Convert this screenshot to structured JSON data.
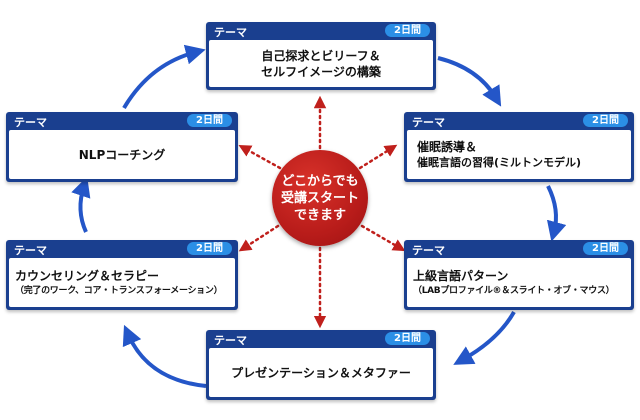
{
  "cards": [
    {
      "id": "top",
      "theme": "テーマ",
      "duration": "2日間",
      "line1": "自己探求とビリーフ＆",
      "line2": "セルフイメージの構築"
    },
    {
      "id": "right-top",
      "theme": "テーマ",
      "duration": "2日間",
      "line1": "催眠誘導＆",
      "line2": "催眠言語の習得(ミルトンモデル)"
    },
    {
      "id": "right-bottom",
      "theme": "テーマ",
      "duration": "2日間",
      "line1": "上級言語パターン",
      "line2": "（LABプロファイル®＆スライト・オブ・マウス）"
    },
    {
      "id": "bottom",
      "theme": "テーマ",
      "duration": "2日間",
      "line1": "プレゼンテーション＆メタファー"
    },
    {
      "id": "left-bottom",
      "theme": "テーマ",
      "duration": "2日間",
      "line1": "カウンセリング＆セラピー",
      "line2": "（完了のワーク、コア・トランスフォーメーション）"
    },
    {
      "id": "left-top",
      "theme": "テーマ",
      "duration": "2日間",
      "line1": "NLPコーチング"
    }
  ],
  "center": {
    "line1": "どこからでも",
    "line2": "受講スタート",
    "line3": "できます"
  },
  "colors": {
    "card": "#1a3f8f",
    "badge": "#2b8fe6",
    "arrow": "#2456c8",
    "center": "#c0201c",
    "dotted": "#c0201c"
  }
}
